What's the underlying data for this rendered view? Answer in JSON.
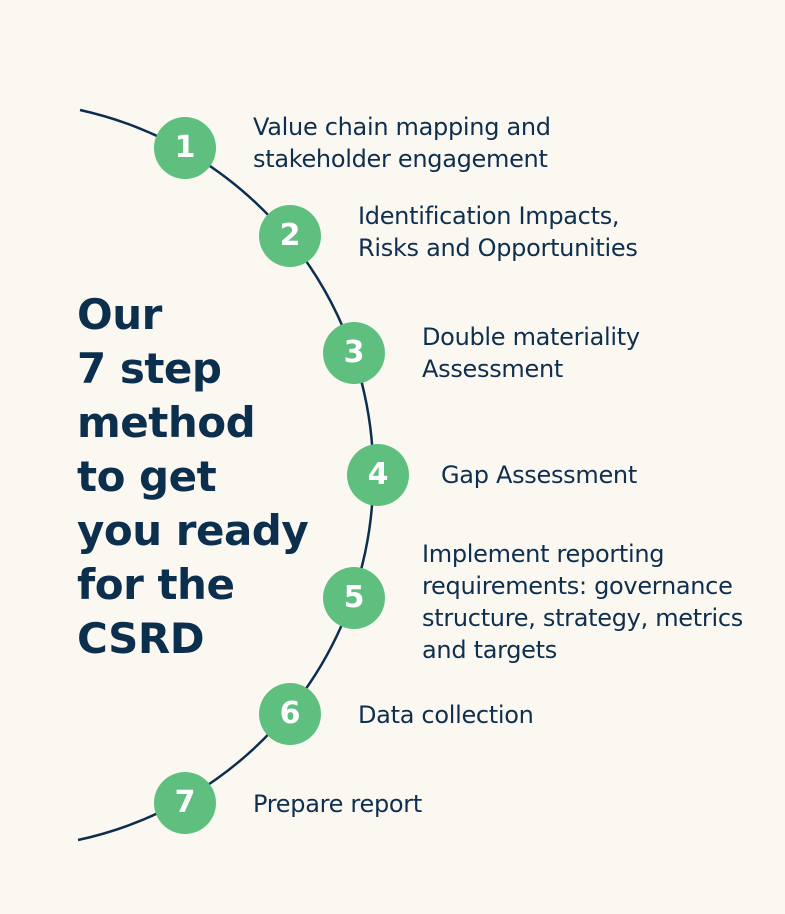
{
  "headline": {
    "lines": [
      "Our",
      "7 step",
      "method",
      "to get",
      "you ready",
      "for the",
      "CSRD"
    ]
  },
  "colors": {
    "background": "#fbf8f1",
    "circle_fill": "#5fbf7f",
    "number_text": "#ffffff",
    "text": "#0f2f4f",
    "arc_line": "#0c2f4e"
  },
  "steps": [
    {
      "number": "1",
      "lines": [
        "Value chain mapping and",
        "stakeholder engagement"
      ]
    },
    {
      "number": "2",
      "lines": [
        "Identification Impacts,",
        "Risks and Opportunities"
      ]
    },
    {
      "number": "3",
      "lines": [
        "Double materiality",
        "Assessment"
      ]
    },
    {
      "number": "4",
      "lines": [
        "Gap Assessment"
      ]
    },
    {
      "number": "5",
      "lines": [
        "Implement reporting",
        "requirements: governance",
        "structure, strategy, metrics",
        "and targets"
      ]
    },
    {
      "number": "6",
      "lines": [
        "Data collection"
      ]
    },
    {
      "number": "7",
      "lines": [
        "Prepare report"
      ]
    }
  ]
}
